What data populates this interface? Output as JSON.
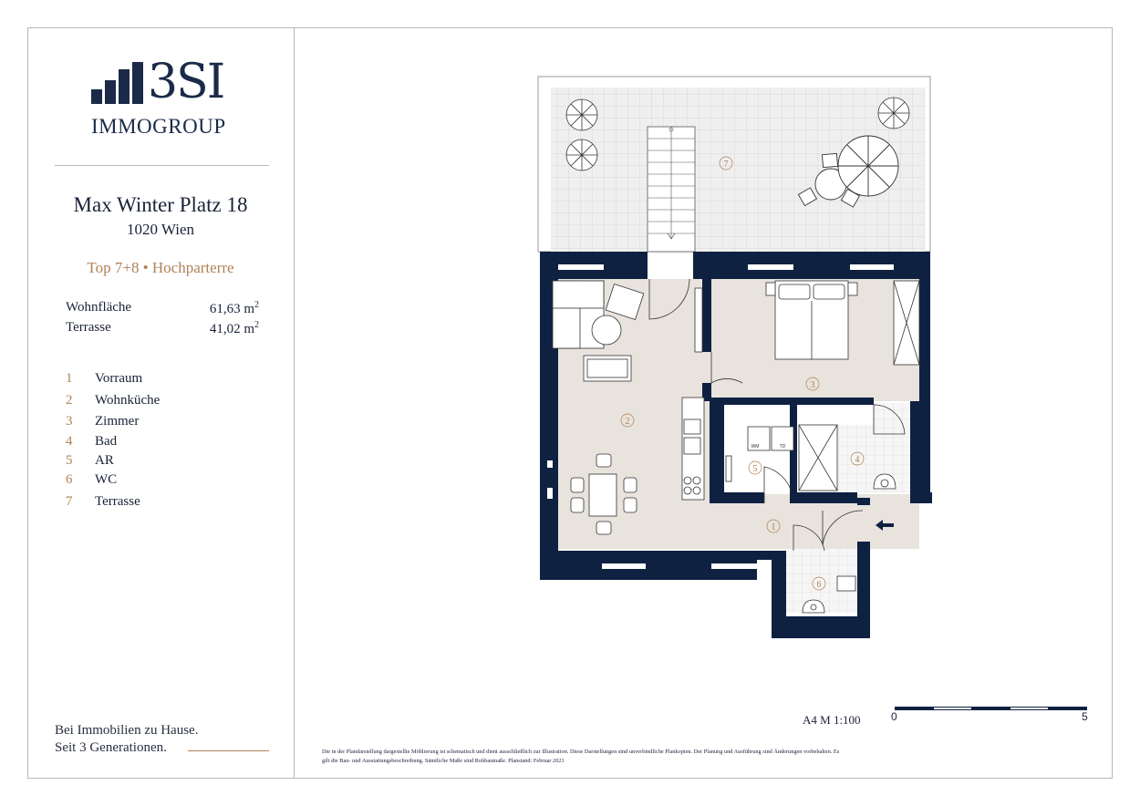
{
  "brand": {
    "logo_text": "3SI",
    "logo_sub": "IMMOGROUP",
    "color": "#1a2a48",
    "accent": "#b08257"
  },
  "address": {
    "street": "Max Winter Platz 18",
    "city": "1020 Wien"
  },
  "unit": {
    "title": "Top 7+8 • Hochparterre"
  },
  "areas": [
    {
      "label": "Wohnfläche",
      "value": "61,63 m",
      "unit_sup": "2"
    },
    {
      "label": "Terrasse",
      "value": "41,02 m",
      "unit_sup": "2"
    }
  ],
  "rooms": [
    {
      "num": "1",
      "name": "Vorraum"
    },
    {
      "num": "2",
      "name": "Wohnküche"
    },
    {
      "num": "3",
      "name": "Zimmer"
    },
    {
      "num": "4",
      "name": "Bad"
    },
    {
      "num": "5",
      "name": "AR"
    },
    {
      "num": "6",
      "name": "WC"
    },
    {
      "num": "7",
      "name": "Terrasse"
    }
  ],
  "slogan": {
    "line1": "Bei Immobilien zu Hause.",
    "line2": "Seit 3 Generationen."
  },
  "plan": {
    "room_labels": [
      "1",
      "2",
      "3",
      "4",
      "5",
      "6",
      "7"
    ],
    "appliance_labels": [
      "WM",
      "TD"
    ]
  },
  "scale": {
    "label": "A4  M 1:100",
    "min": "0",
    "max": "5"
  },
  "disclaimer": {
    "line1": "Die in der Plandarstellung dargestellte Möblierung ist schematisch und dient ausschließlich zur Illustration. Diese Darstellungen sind unverbindliche Plankopien. Der Planung und Ausführung sind Änderungen vorbehalten. Es",
    "line2": "gilt die Bau- und Ausstattungsbeschreibung. Sämtliche Maße sind Rohbaumaße. Planstand: Februar 2021"
  }
}
